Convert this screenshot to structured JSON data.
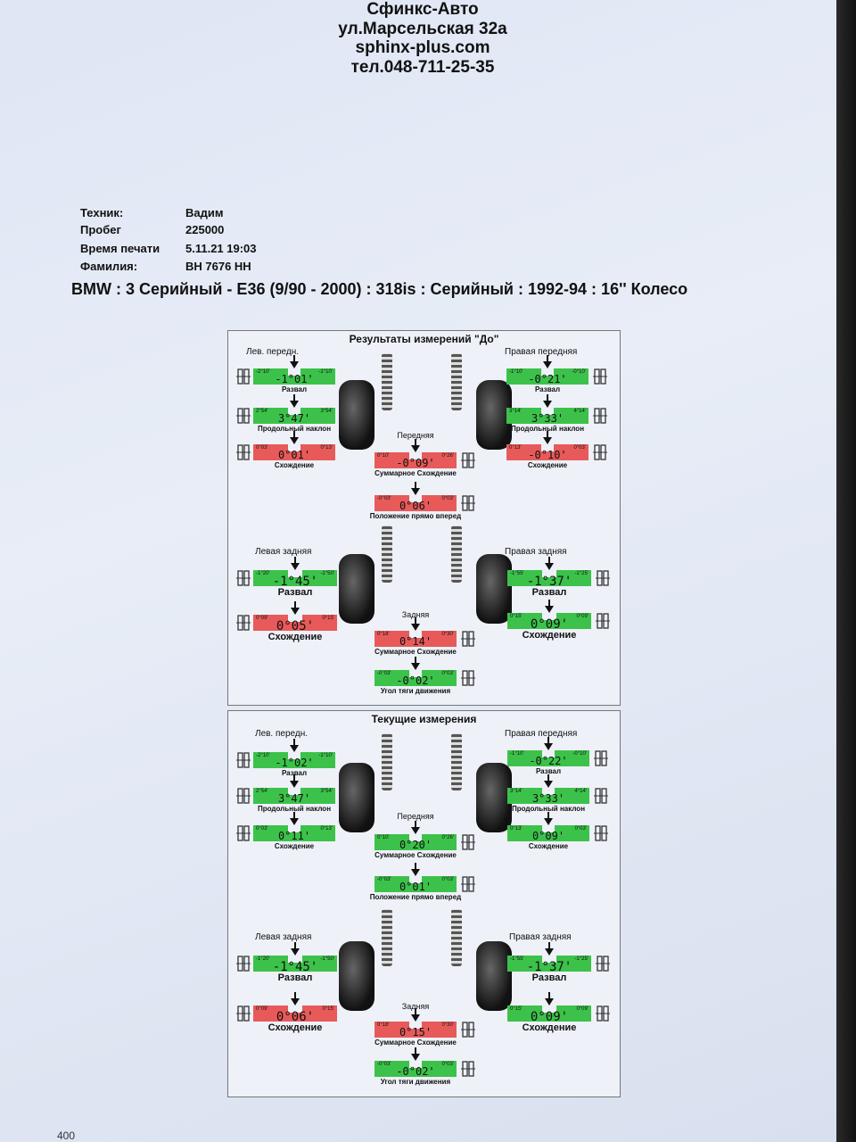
{
  "header": {
    "company": "Сфинкс-Авто",
    "address": "ул.Марсельская 32а",
    "website": "sphinx-plus.com",
    "phone": "тел.048-711-25-35"
  },
  "info": [
    {
      "key": "Техник:",
      "value": "Вадим"
    },
    {
      "key": "Пробег",
      "value": "225000"
    },
    {
      "key": "Время печати",
      "value": "5.11.21 19:03"
    },
    {
      "key": "Фамилия:",
      "value": "ВН 7676 НН"
    }
  ],
  "vehicle": "BMW : 3 Серийный - E36 (9/90 - 2000) : 318is : Серийный : 1992-94 : 16'' Колесо",
  "colors": {
    "green": "#3cc24a",
    "red": "#e85a5a"
  },
  "panels": [
    {
      "title": "Результаты измерений \"До\"",
      "front_left_title": "Лев. передн.",
      "front_right_title": "Правая передняя",
      "front_axle": "Передняя",
      "rear_left_title": "Левая задняя",
      "rear_right_title": "Правая задняя",
      "rear_axle": "Задняя",
      "labels": {
        "camber": "Развал",
        "caster": "Продольный наклон",
        "toe": "Схождение",
        "total_toe": "Суммарное Схождение",
        "steer_ahead": "Положение прямо вперед",
        "thrust": "Угол тяги движения"
      },
      "gauges": {
        "fl_camber": {
          "value": "-1°01'",
          "min": "-2°10'",
          "max": "-1°10'",
          "status": "green"
        },
        "fl_caster": {
          "value": "3°47'",
          "min": "2°54'",
          "max": "3°54'",
          "status": "green"
        },
        "fl_toe": {
          "value": "0°01'",
          "min": "0°03'",
          "max": "0°13'",
          "status": "red"
        },
        "fr_camber": {
          "value": "-0°21'",
          "min": "-1°10'",
          "max": "-0°10'",
          "status": "green"
        },
        "fr_caster": {
          "value": "3°33'",
          "min": "3°14'",
          "max": "4°14'",
          "status": "green"
        },
        "fr_toe": {
          "value": "-0°10'",
          "min": "0°13'",
          "max": "0°03'",
          "status": "red"
        },
        "f_total_toe": {
          "value": "-0°09'",
          "min": "0°10'",
          "max": "0°26'",
          "status": "red"
        },
        "f_steer": {
          "value": "0°06'",
          "min": "-0°03'",
          "max": "0°03'",
          "status": "red"
        },
        "rl_camber": {
          "value": "-1°45'",
          "min": "-1°20'",
          "max": "-1°50'",
          "status": "green"
        },
        "rl_toe": {
          "value": "0°05'",
          "min": "0°09'",
          "max": "0°15'",
          "status": "red"
        },
        "rr_camber": {
          "value": "-1°37'",
          "min": "-1°55'",
          "max": "-1°25'",
          "status": "green"
        },
        "rr_toe": {
          "value": "0°09'",
          "min": "0°15'",
          "max": "0°09'",
          "status": "green"
        },
        "r_total_toe": {
          "value": "0°14'",
          "min": "0°18'",
          "max": "0°30'",
          "status": "red"
        },
        "r_thrust": {
          "value": "-0°02'",
          "min": "-0°03'",
          "max": "0°03'",
          "status": "green"
        }
      }
    },
    {
      "title": "Текущие измерения",
      "front_left_title": "Лев. передн.",
      "front_right_title": "Правая передняя",
      "front_axle": "Передняя",
      "rear_left_title": "Левая задняя",
      "rear_right_title": "Правая задняя",
      "rear_axle": "Задняя",
      "labels": {
        "camber": "Развал",
        "caster": "Продольный наклон",
        "toe": "Схождение",
        "total_toe": "Суммарное Схождение",
        "steer_ahead": "Положение прямо вперед",
        "thrust": "Угол тяги движения"
      },
      "gauges": {
        "fl_camber": {
          "value": "-1°02'",
          "min": "-2°10'",
          "max": "-1°10'",
          "status": "green"
        },
        "fl_caster": {
          "value": "3°47'",
          "min": "2°54'",
          "max": "3°54'",
          "status": "green"
        },
        "fl_toe": {
          "value": "0°11'",
          "min": "0°03'",
          "max": "0°13'",
          "status": "green"
        },
        "fr_camber": {
          "value": "-0°22'",
          "min": "-1°10'",
          "max": "-0°10'",
          "status": "green"
        },
        "fr_caster": {
          "value": "3°33'",
          "min": "3°14'",
          "max": "4°14'",
          "status": "green"
        },
        "fr_toe": {
          "value": "0°09'",
          "min": "0°13'",
          "max": "0°03'",
          "status": "green"
        },
        "f_total_toe": {
          "value": "0°20'",
          "min": "0°10'",
          "max": "0°26'",
          "status": "green"
        },
        "f_steer": {
          "value": "0°01'",
          "min": "-0°03'",
          "max": "0°03'",
          "status": "green"
        },
        "rl_camber": {
          "value": "-1°45'",
          "min": "-1°20'",
          "max": "-1°50'",
          "status": "green"
        },
        "rl_toe": {
          "value": "0°06'",
          "min": "0°09'",
          "max": "0°15'",
          "status": "red"
        },
        "rr_camber": {
          "value": "-1°37'",
          "min": "-1°55'",
          "max": "-1°25'",
          "status": "green"
        },
        "rr_toe": {
          "value": "0°09'",
          "min": "0°15'",
          "max": "0°09'",
          "status": "green"
        },
        "r_total_toe": {
          "value": "0°15'",
          "min": "0°18'",
          "max": "0°30'",
          "status": "red"
        },
        "r_thrust": {
          "value": "-0°02'",
          "min": "-0°03'",
          "max": "0°03'",
          "status": "green"
        }
      }
    }
  ],
  "page_number": "400"
}
